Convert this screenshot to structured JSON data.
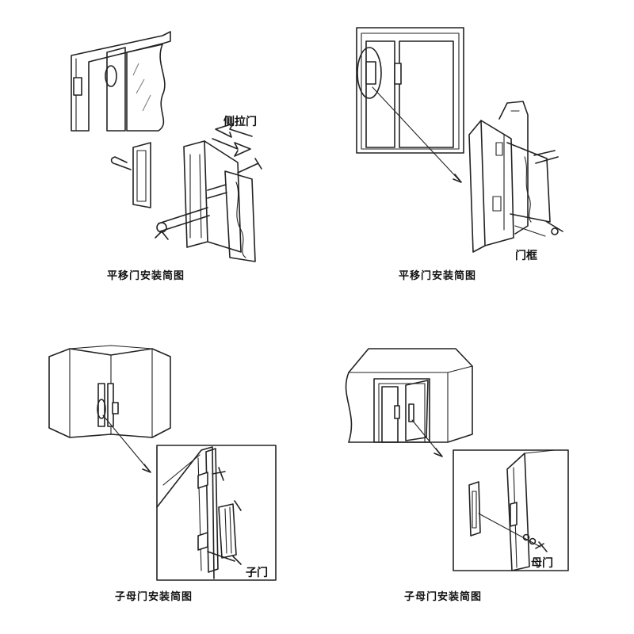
{
  "panels": [
    {
      "caption": "平移门安装简图",
      "tag": "侧拉门"
    },
    {
      "caption": "平移门安装简图",
      "tag": "门框"
    },
    {
      "caption": "子母门安装简图",
      "tag": "子门"
    },
    {
      "caption": "子母门安装简图",
      "tag": "母门"
    }
  ],
  "colors": {
    "line": "#222222",
    "background": "#ffffff"
  }
}
